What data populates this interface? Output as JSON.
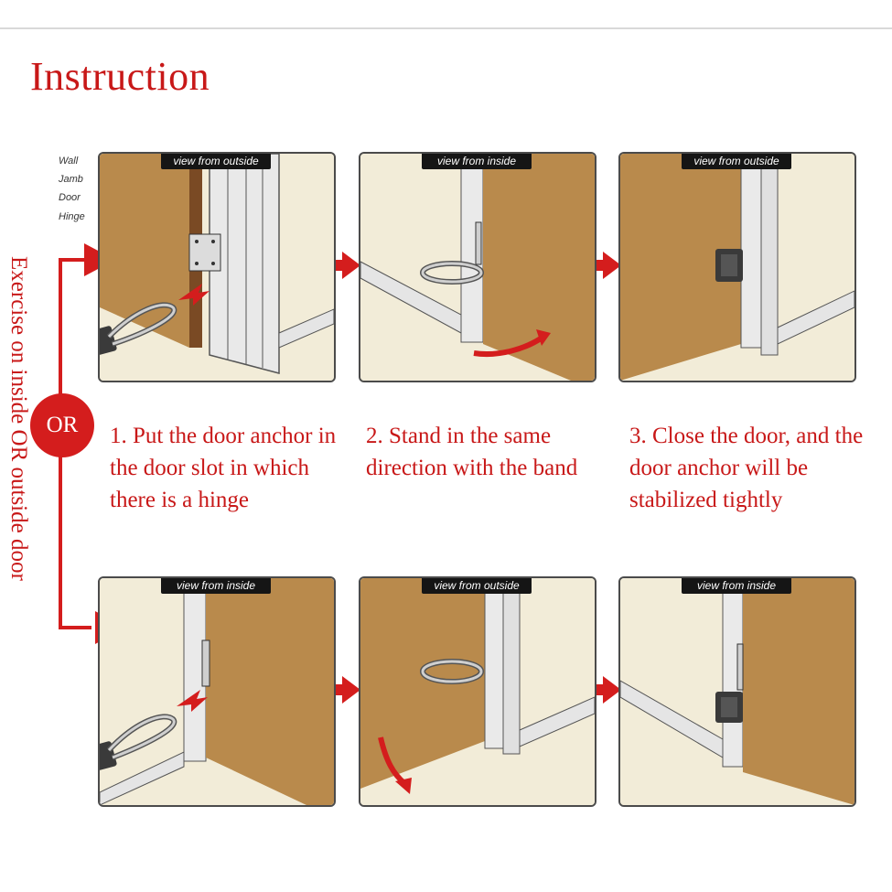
{
  "title": "Instruction",
  "side_caption": "Exercise on inside OR outside door",
  "or_label": "OR",
  "part_labels": [
    "Wall",
    "Jamb",
    "Door",
    "Hinge"
  ],
  "row1": {
    "views": [
      "view from outside",
      "view from inside",
      "view from outside"
    ]
  },
  "row2": {
    "views": [
      "view from inside",
      "view from outside",
      "view from inside"
    ]
  },
  "steps": [
    "1. Put the door anchor in the door slot in which there is a hinge",
    "2. Stand in the same direction with the band",
    "3. Close the door, and the door anchor will be stabilized tightly"
  ],
  "colors": {
    "accent": "#c81818",
    "door": "#b98a4c",
    "wall": "#f2ecd8",
    "frame": "#e8e8e8"
  }
}
